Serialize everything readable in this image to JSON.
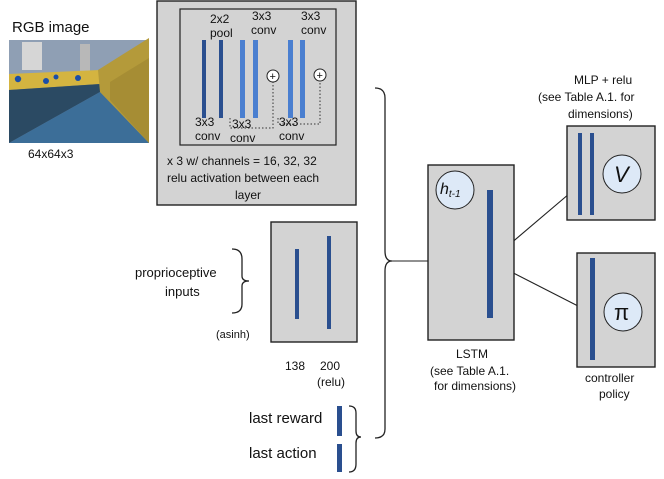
{
  "image_panel": {
    "title": "RGB image",
    "size_label": "64x64x3"
  },
  "conv_block": {
    "top_labels": [
      {
        "line1": "2x2",
        "line2": "pool"
      },
      {
        "line1": "3x3",
        "line2": "conv"
      },
      {
        "line1": "3x3",
        "line2": "conv"
      }
    ],
    "bottom_labels": [
      {
        "line1": "3x3",
        "line2": "conv"
      },
      {
        "line1": "3x3",
        "line2": "conv"
      },
      {
        "line1": "3x3",
        "line2": "conv"
      }
    ],
    "add_symbol": "+",
    "caption": [
      "x 3 w/ channels = 16, 32, 32",
      "relu activation between each",
      "layer"
    ]
  },
  "proprio": {
    "label": [
      "proprioceptive",
      "inputs"
    ],
    "asinh": "(asinh)",
    "dim_138": "138",
    "dim_200": "200",
    "relu": "(relu)"
  },
  "extras": {
    "reward": "last reward",
    "action": "last action"
  },
  "lstm": {
    "hidden_symbol": "h",
    "hidden_subscript": "t-1",
    "caption": [
      "LSTM",
      "(see Table A.1.",
      "for dimensions)"
    ]
  },
  "value_head": {
    "caption": [
      "MLP + relu",
      "(see Table A.1. for",
      "dimensions)"
    ],
    "symbol": "V"
  },
  "policy_head": {
    "symbol": "π",
    "caption": [
      "controller",
      "policy"
    ]
  },
  "colors": {
    "box_fill": "#d3d3d3",
    "bar_dark": "#2a4f8f",
    "bar_light": "#4a7fd0",
    "circle_fill": "#dde9f7"
  }
}
